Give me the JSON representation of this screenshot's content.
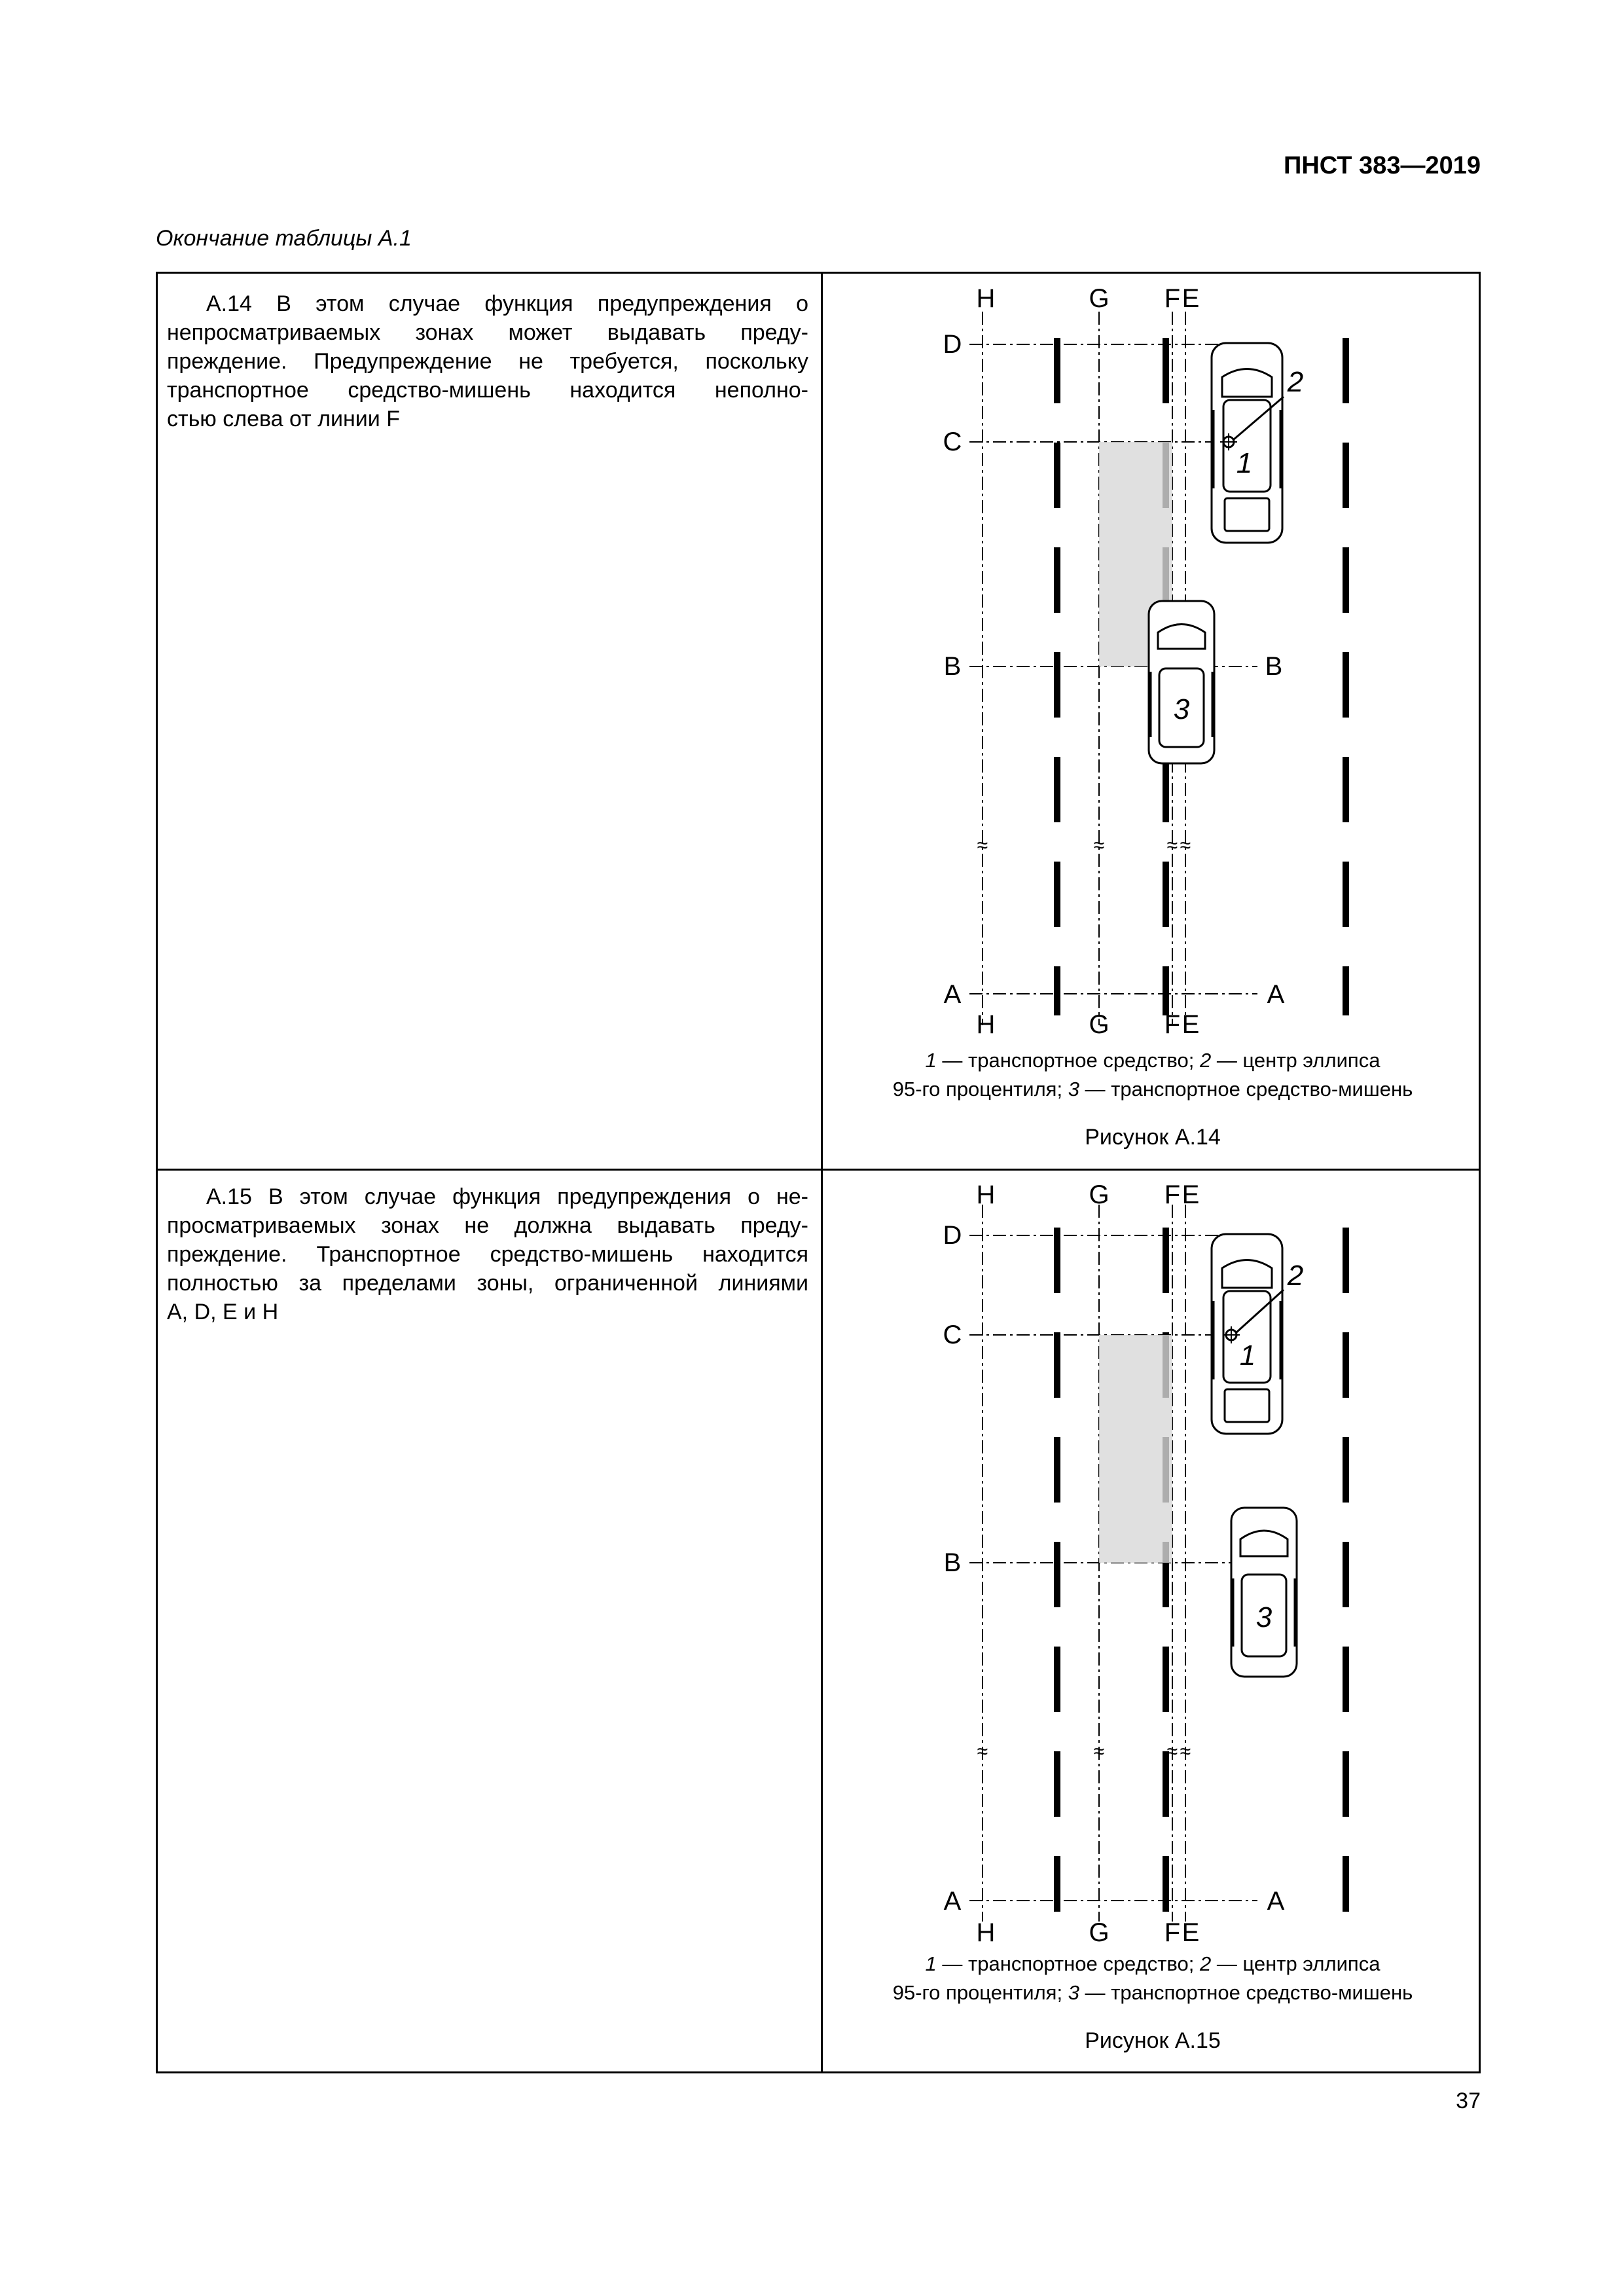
{
  "header": {
    "doc_code": "ПНСТ 383—2019"
  },
  "table_caption": "Окончание таблицы А.1",
  "rows": [
    {
      "lines": [
        "А.14 В этом случае функция предупреждения о",
        "непросматриваемых зонах может выдавать преду-",
        "преждение. Предупреждение не требуется, поскольку",
        "транспортное средство-мишень находится неполно-",
        "стью слева от линии F"
      ],
      "figure": {
        "line_labels_top": [
          "H",
          "G",
          "F",
          "E"
        ],
        "line_labels_bottom": [
          "H",
          "G",
          "F",
          "E"
        ],
        "row_labels": [
          "D",
          "C",
          "B",
          "A"
        ],
        "row_labels_right": [
          "B",
          "A"
        ],
        "callouts": [
          "1",
          "2",
          "3"
        ],
        "break_mark": "≈",
        "legend_line1": [
          "1",
          " — транспортное средство; ",
          "2",
          " — центр эллипса"
        ],
        "legend_line2": [
          "95-го процентиля; ",
          "3",
          " — транспортное средство-мишень"
        ],
        "title": "Рисунок А.14"
      }
    },
    {
      "lines": [
        "А.15 В этом случае функция предупреждения о не-",
        "просматриваемых зонах не должна выдавать преду-",
        "преждение. Транспортное средство-мишень находится",
        "полностью за пределами зоны, ограниченной линиями",
        "А, D, E и H"
      ],
      "figure": {
        "line_labels_top": [
          "H",
          "G",
          "F",
          "E"
        ],
        "line_labels_bottom": [
          "H",
          "G",
          "F",
          "E"
        ],
        "row_labels": [
          "D",
          "C",
          "B",
          "A"
        ],
        "row_labels_right": [
          "A"
        ],
        "callouts": [
          "1",
          "2",
          "3"
        ],
        "break_mark": "≈",
        "legend_line1": [
          "1",
          " — транспортное средство; ",
          "2",
          " — центр эллипса"
        ],
        "legend_line2": [
          "95-го процентиля; ",
          "3",
          " — транспортное средство-мишень"
        ],
        "title": "Рисунок А.15"
      }
    }
  ],
  "page_number": "37"
}
